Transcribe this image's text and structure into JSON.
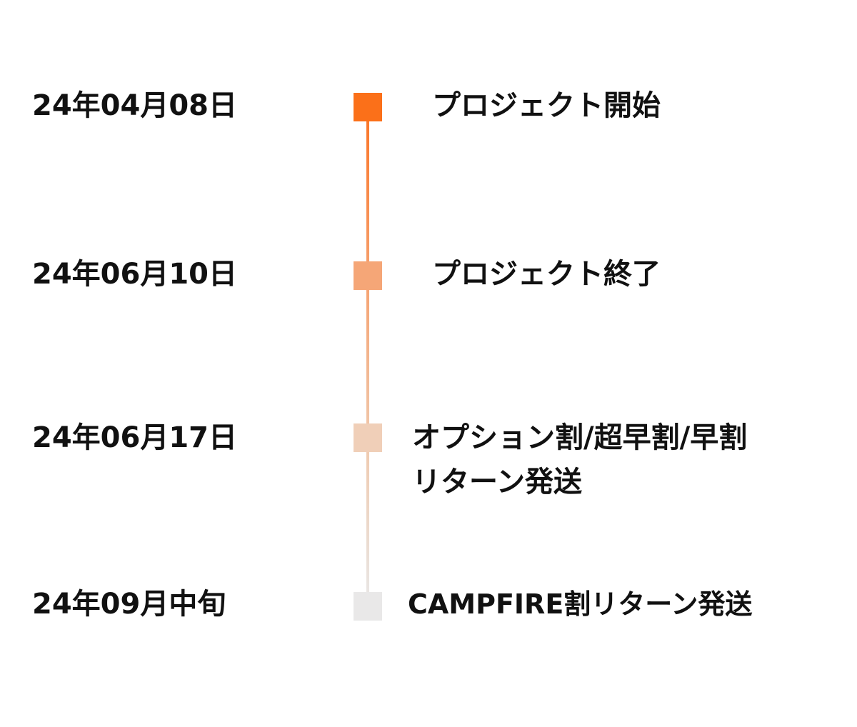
{
  "timeline": {
    "items": [
      {
        "date": "24年04月08日",
        "label_lines": [
          "プロジェクト開始"
        ],
        "color": "#fb7019"
      },
      {
        "date": "24年06月10日",
        "label_lines": [
          "プロジェクト終了"
        ],
        "color": "#f5a677"
      },
      {
        "date": "24年06月17日",
        "label_lines": [
          "オプション割/超早割/早割",
          "リターン発送"
        ],
        "color": "#f0cfb8"
      },
      {
        "date": "24年09月中旬",
        "label_lines": [
          "CAMPFIRE割リターン発送"
        ],
        "color": "#e9e8e8"
      }
    ]
  }
}
